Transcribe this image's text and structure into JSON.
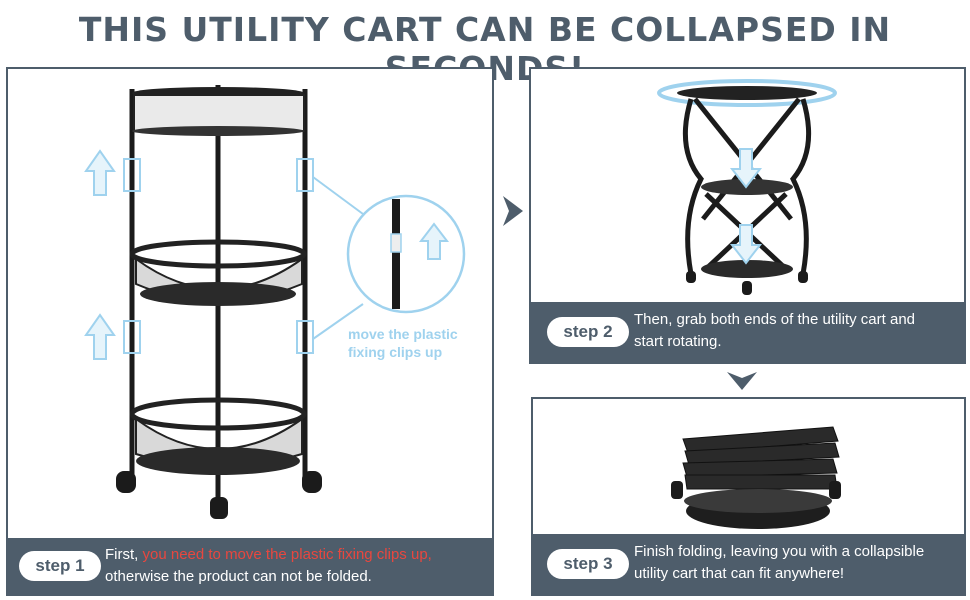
{
  "title": "THIS UTILITY CART CAN BE COLLAPSED IN SECONDS!",
  "step1": {
    "label": "step 1",
    "text_a": "First, ",
    "text_red": "you need to move the plastic fixing clips up,",
    "text_b": "otherwise the product can not be folded."
  },
  "clip_note": {
    "line1": "move the plastic",
    "line2": "fixing clips up"
  },
  "step2": {
    "label": "step 2",
    "line1": "Then, grab both ends of the utility cart and",
    "line2": "start rotating."
  },
  "step3": {
    "label": "step 3",
    "line1": "Finish folding, leaving you with a collapsible",
    "line2": "utility cart that can fit anywhere!"
  },
  "colors": {
    "slate": "#4e5d6b",
    "accent_red": "#e8473f",
    "arrow_blue": "#9fd2ee"
  }
}
